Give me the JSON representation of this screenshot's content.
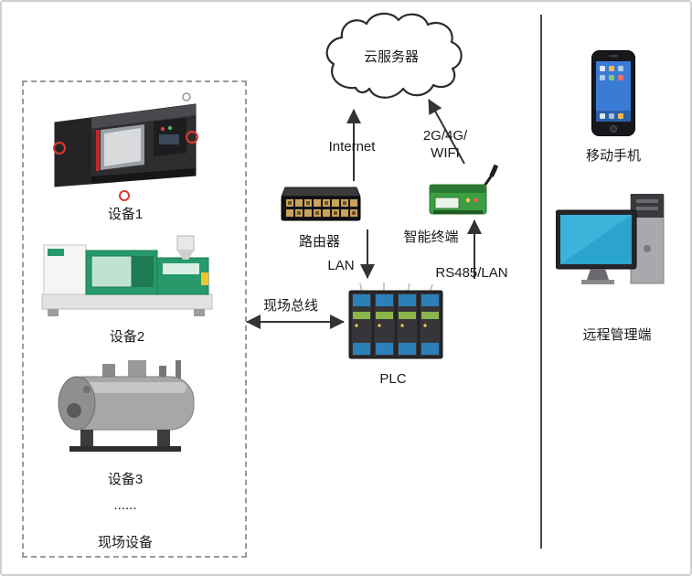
{
  "cloud": {
    "label": "云服务器"
  },
  "connections": {
    "internet_label": "Internet",
    "cellular_label_line1": "2G/4G/",
    "cellular_label_line2": "WIFI",
    "lan_label": "LAN",
    "rs485_label": "RS485/LAN",
    "fieldbus_label": "现场总线"
  },
  "field_devices": {
    "device1_label": "设备1",
    "device2_label": "设备2",
    "device3_label": "设备3",
    "ellipsis": "......",
    "group_label": "现场设备"
  },
  "network_nodes": {
    "router_label": "路由器",
    "terminal_label": "智能终端",
    "plc_label": "PLC"
  },
  "remote_side": {
    "phone_label": "移动手机",
    "pc_label": "远程管理端"
  },
  "colors": {
    "arrow": "#333333",
    "dashed_border": "#9a9a9a",
    "annotation_red": "#e03a2f",
    "machine_green": "#27996b",
    "terminal_green": "#3d9e43",
    "screen_blue": "#2aa3cf"
  }
}
